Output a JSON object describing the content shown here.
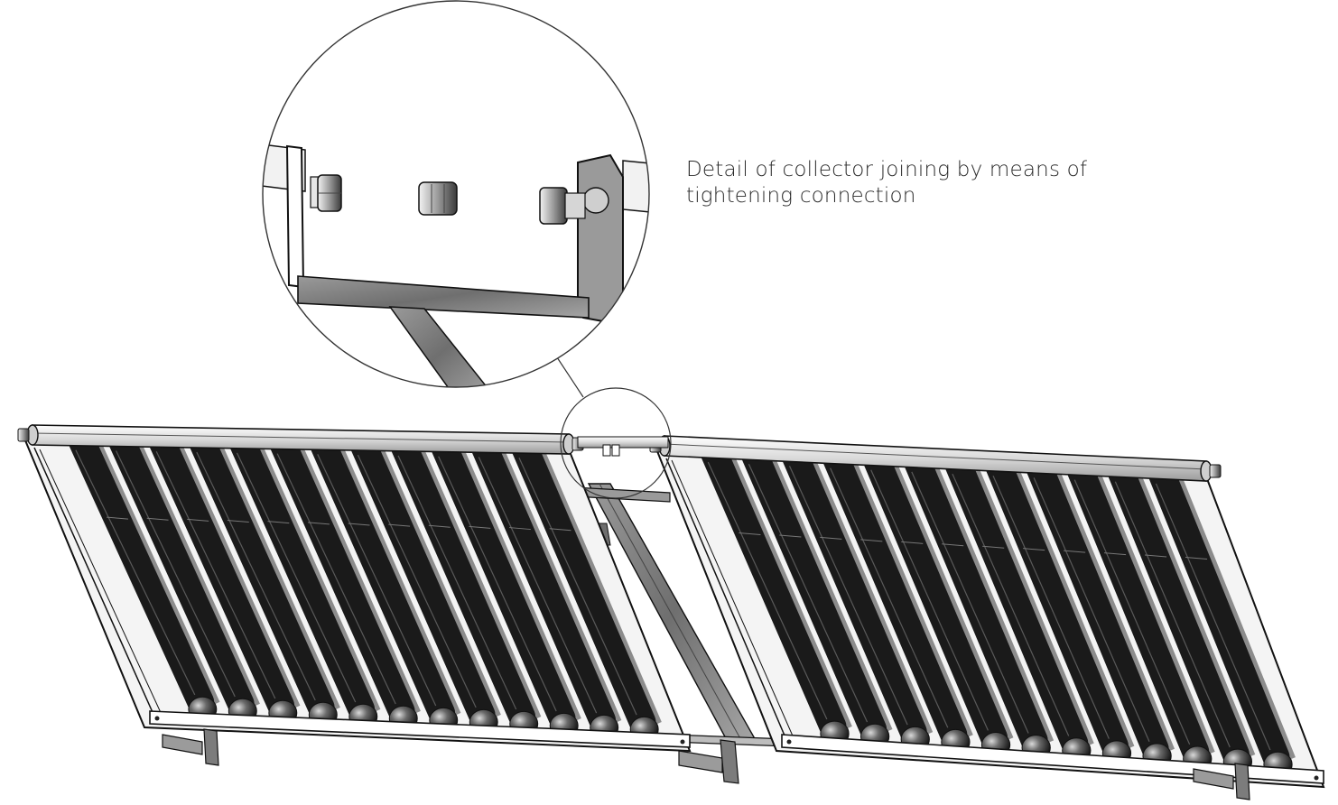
{
  "caption": {
    "line1": "Detail of collector joining by means of",
    "line2": "tightening connection"
  },
  "illustration": {
    "collectors": [
      {
        "name": "left",
        "tube_count": 12
      },
      {
        "name": "right",
        "tube_count": 12
      }
    ],
    "colors": {
      "tube": "#1a1a1a",
      "frame": "#ffffff",
      "line": "#111111",
      "steel": "#8c8c8c",
      "header": "#e6e6e6"
    },
    "detail_view": {
      "callout": "magnified-circle",
      "fittings": [
        "nut",
        "coupling",
        "nut"
      ]
    }
  }
}
